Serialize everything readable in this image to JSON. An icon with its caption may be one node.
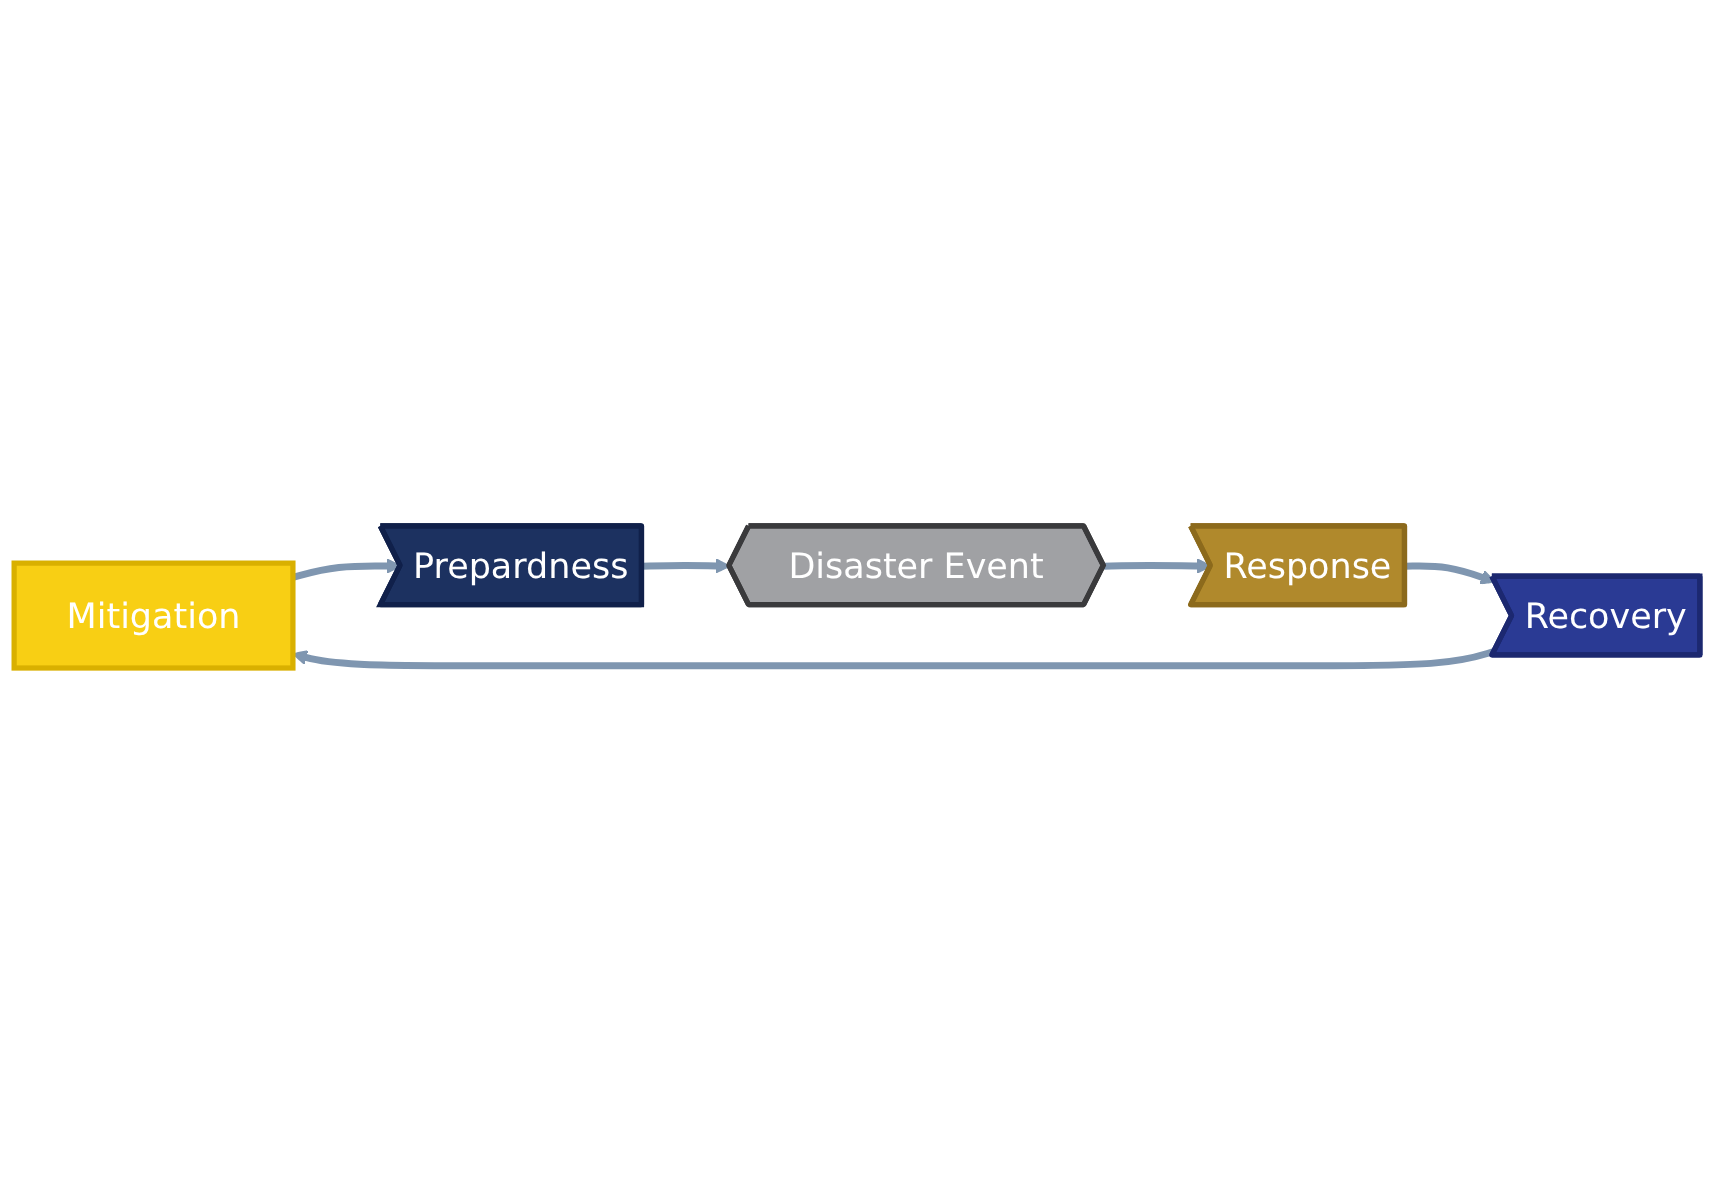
{
  "diagram": {
    "nodes": [
      {
        "text": [
          "Mitigation"
        ]
      },
      {
        "text": [
          "Prepardness"
        ]
      },
      {
        "text": [
          "Disaster Event"
        ]
      },
      {
        "text": [
          "Response"
        ]
      },
      {
        "text": [
          "Recovery"
        ]
      }
    ],
    "edges": [
      {
        "from": 0,
        "to": 1,
        "arrow": "to"
      },
      {
        "from": 1,
        "to": 2,
        "arrow": "to"
      },
      {
        "from": 2,
        "to": 3,
        "arrow": "to"
      },
      {
        "from": 3,
        "to": 4,
        "arrow": "to"
      },
      {
        "from": 4,
        "to": 0,
        "arrow": "to"
      }
    ]
  }
}
